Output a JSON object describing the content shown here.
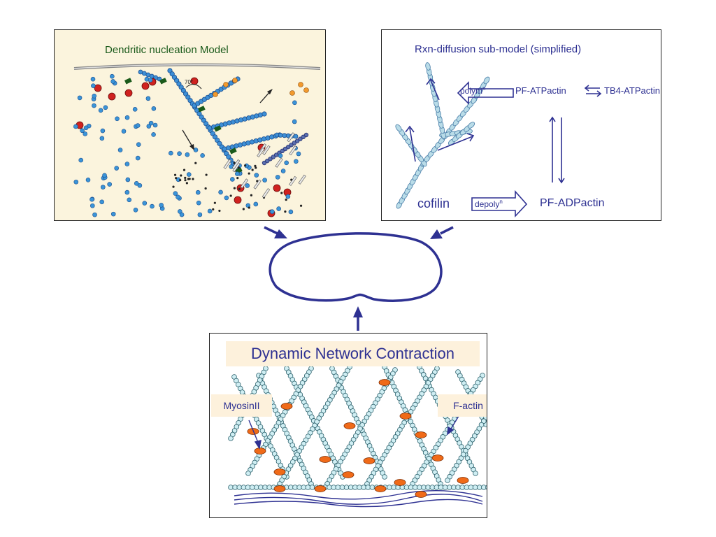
{
  "dendritic_panel": {
    "title": "Dendritic nucleation Model",
    "angle_label": "70°"
  },
  "rxn_panel": {
    "title": "Rxn-diffusion sub-model (simplified)",
    "polym": "polym",
    "polym_sup": "n",
    "pf_atp": "PF-ATPactin",
    "tb4": "TB4-ATPactin",
    "cofilin": "cofilin",
    "depoly": "depoly",
    "depoly_sup": "n",
    "pf_adp": "PF-ADPactin"
  },
  "contraction_panel": {
    "title": "Dynamic Network Contraction",
    "myosin": "MyosinII",
    "factin": "F-actin"
  },
  "colors": {
    "diagram_blue": "#2e3192",
    "filament_fill": "#b9dce8",
    "myosin_orange": "#f06a18",
    "callout_bg": "#fdf1dc"
  }
}
